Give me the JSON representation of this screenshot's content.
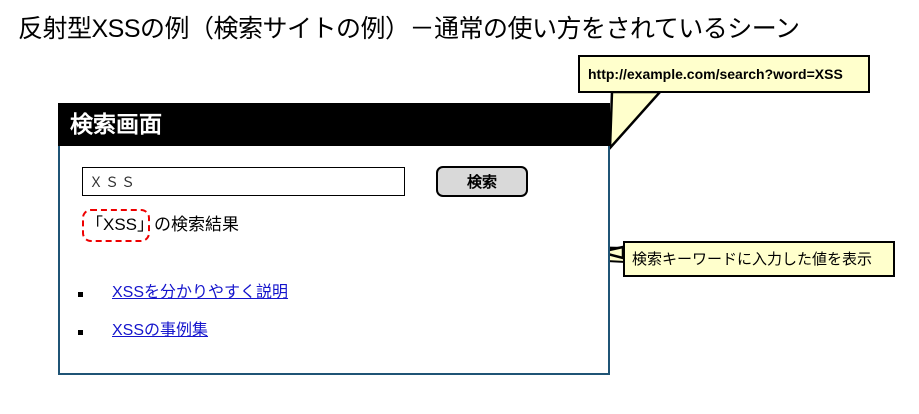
{
  "figure": {
    "title": "反射型XSSの例（検索サイトの例）－通常の使い方をされているシーン",
    "frame_color": "#1e5574"
  },
  "panel": {
    "header_title": "検索画面",
    "header_bg": "#000000",
    "border_color": "#1f5475",
    "search": {
      "input_value": "ＸＳＳ",
      "input_placeholder": "",
      "button_label": "検索"
    },
    "result_heading": "「XSS」の検索結果",
    "highlight_color": "#ee0000",
    "links": [
      {
        "label": "XSSを分かりやすく説明"
      },
      {
        "label": "XSSの事例集"
      }
    ],
    "link_color": "#1414cc"
  },
  "callouts": {
    "url": {
      "text": "http://example.com/search?word=XSS",
      "bg": "#ffffcc",
      "border": "#000000"
    },
    "note": {
      "text": "検索キーワードに入力した値を表示",
      "bg": "#ffffcc",
      "border": "#000000"
    }
  }
}
